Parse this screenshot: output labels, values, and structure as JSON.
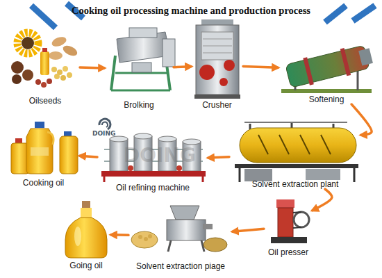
{
  "diagram": {
    "title": "Cooking oil processing machine and production process",
    "nodes": [
      {
        "text": [
          "Oilseeds"
        ]
      },
      {
        "text": [
          "Brolking"
        ]
      },
      {
        "text": [
          "Crusher"
        ]
      },
      {
        "text": [
          "Softening"
        ]
      },
      {
        "text": [
          "Cooking oil"
        ]
      },
      {
        "text": [
          "Oil refining machine"
        ]
      },
      {
        "text": [
          "Solvent extraction plant"
        ]
      },
      {
        "text": [
          "Going oil"
        ]
      },
      {
        "text": [
          "Solvent extraction piage"
        ]
      },
      {
        "text": [
          "Oil presser"
        ]
      }
    ],
    "edges": [
      {
        "from": 0,
        "to": 1,
        "arrow": "to"
      },
      {
        "from": 1,
        "to": 2,
        "arrow": "to"
      },
      {
        "from": 2,
        "to": 3,
        "arrow": "to"
      },
      {
        "from": 3,
        "to": 6,
        "arrow": "to"
      },
      {
        "from": 6,
        "to": 5,
        "arrow": "to"
      },
      {
        "from": 5,
        "to": 4,
        "arrow": "to"
      },
      {
        "from": 6,
        "to": 9,
        "arrow": "to"
      },
      {
        "from": 9,
        "to": 8,
        "arrow": "to"
      },
      {
        "from": 8,
        "to": 7,
        "arrow": "to"
      }
    ],
    "labels": [
      "DOING",
      "DOING"
    ]
  }
}
